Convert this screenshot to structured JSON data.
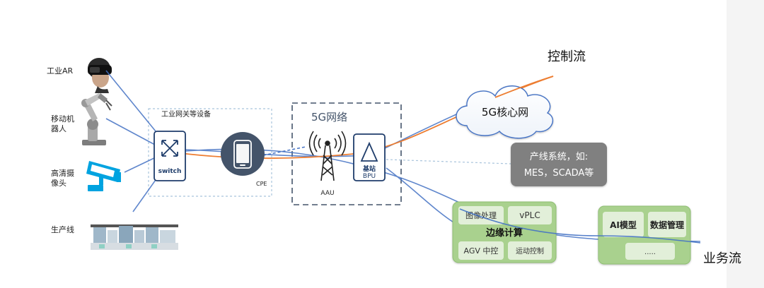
{
  "devices": [
    {
      "id": "ar",
      "label": "工业AR"
    },
    {
      "id": "robot",
      "label_lines": [
        "移动机",
        "器人"
      ]
    },
    {
      "id": "camera",
      "label_lines": [
        "高清摄",
        "像头"
      ]
    },
    {
      "id": "line",
      "label": "生产线"
    }
  ],
  "gateway": {
    "title": "工业网关等设备",
    "switch_label": "switch",
    "cpe_label": "CPE"
  },
  "network_5g": {
    "title": "5G网络",
    "aau_label": "AAU",
    "bpu_label": "BPU",
    "bpu_sublabel": "基站"
  },
  "core": {
    "label": "5G核心网"
  },
  "production_system": {
    "lines": [
      "产线系统，如:",
      "MES，SCADA等"
    ]
  },
  "edge": {
    "title": "边缘计算",
    "cells": [
      "图像处理",
      "vPLC",
      "AGV 中控",
      "运动控制"
    ]
  },
  "ai_box": {
    "cells": [
      "AI模型",
      "数据管理",
      "....."
    ]
  },
  "flows": {
    "control": "控制流",
    "business": "业务流"
  },
  "colors": {
    "blue_line": "#4472c4",
    "orange_line": "#ed7d31",
    "dashed_border": "#a9c4dc",
    "device_border": "#1f3d6b",
    "cpe_fill": "#44546a",
    "camera_blue": "#00a3e0",
    "green_fill": "#a9d18e",
    "green_cell": "#e2efd9",
    "grey_box": "#808080",
    "side_panel": "#f4f4f4"
  }
}
